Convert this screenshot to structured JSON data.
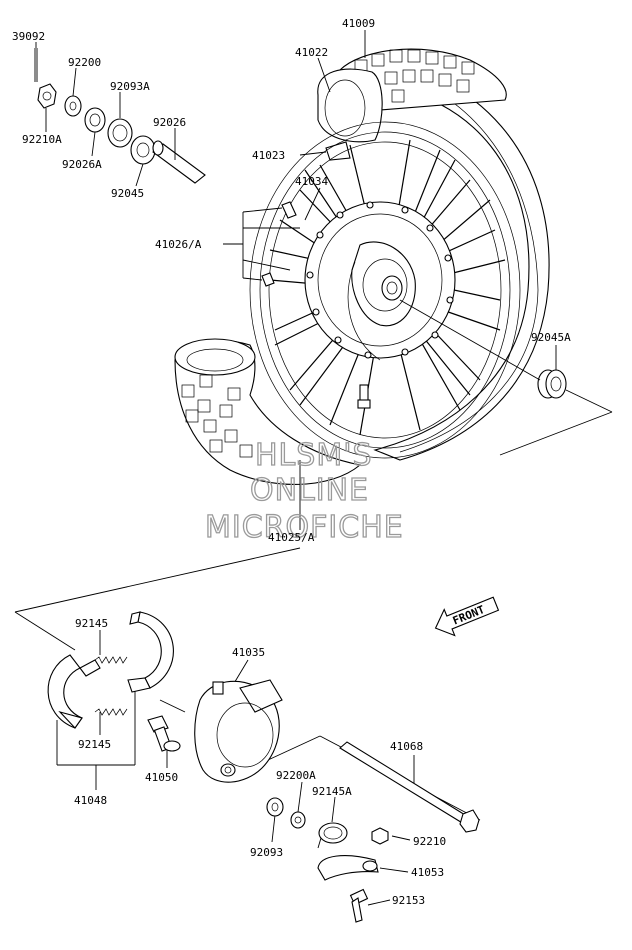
{
  "labels": {
    "p39092": "39092",
    "p92200": "92200",
    "p92093A": "92093A",
    "p92210A": "92210A",
    "p92026A": "92026A",
    "p92026": "92026",
    "p92045": "92045",
    "p41009": "41009",
    "p41022": "41022",
    "p41023": "41023",
    "p41034": "41034",
    "p41026A": "41026/A",
    "p92045A": "92045A",
    "p41025A": "41025/A",
    "p92145_top": "92145",
    "p92145_bot": "92145",
    "p41048": "41048",
    "p41050": "41050",
    "p41035": "41035",
    "p41068": "41068",
    "p92200A": "92200A",
    "p92145A": "92145A",
    "p92093": "92093",
    "p92210": "92210",
    "p41053": "41053",
    "p92153": "92153"
  },
  "front_arrow": "FRONT",
  "watermark": [
    "HLSM'S",
    "ONLINE",
    "MICROFICHE"
  ]
}
